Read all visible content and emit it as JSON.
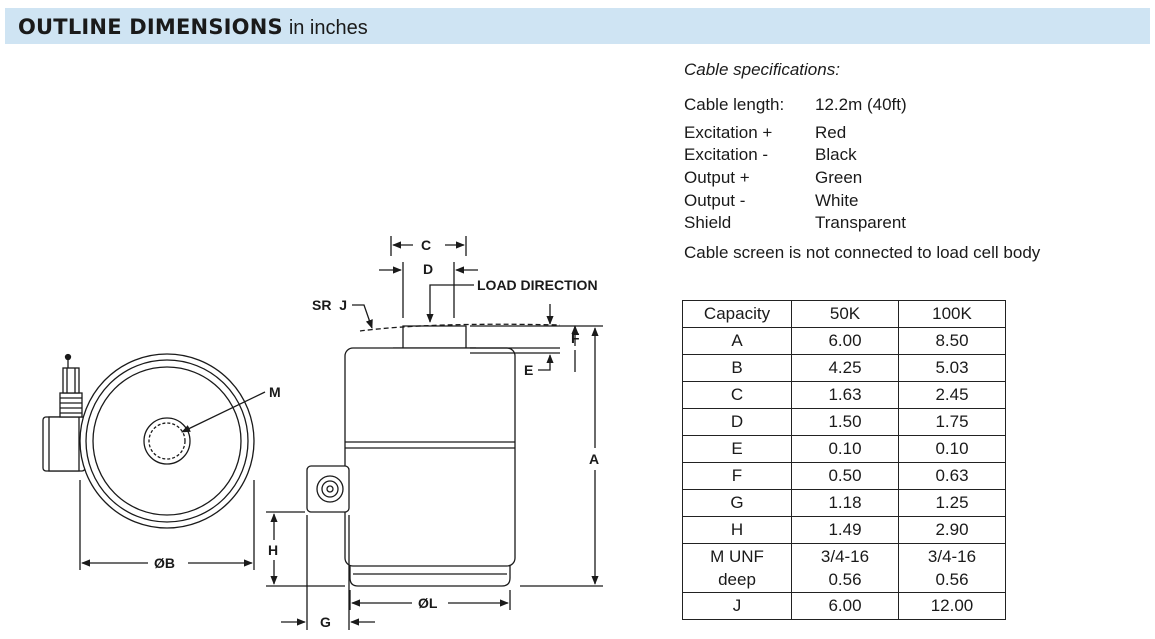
{
  "header": {
    "title_bold": "OUTLINE DIMENSIONS",
    "title_rest": "in inches"
  },
  "cable": {
    "title": "Cable specifications:",
    "length_label": "Cable length:",
    "length_value": "12.2m (40ft)",
    "wires": [
      {
        "label": "Excitation +",
        "value": "Red"
      },
      {
        "label": "Excitation -",
        "value": "Black"
      },
      {
        "label": "Output +",
        "value": "Green"
      },
      {
        "label": "Output -",
        "value": "White"
      },
      {
        "label": "Shield",
        "value": "Transparent"
      }
    ],
    "note": "Cable screen is not connected to load cell body"
  },
  "drawing_labels": {
    "C": "C",
    "D": "D",
    "load_direction": "LOAD DIRECTION",
    "SR_J": "SR  J",
    "F": "F",
    "E": "E",
    "M": "M",
    "A": "A",
    "H": "H",
    "OB": "ØB",
    "OL": "ØL",
    "G": "G"
  },
  "table": {
    "header": [
      "Capacity",
      "50K",
      "100K"
    ],
    "rows": [
      [
        "A",
        "6.00",
        "8.50"
      ],
      [
        "B",
        "4.25",
        "5.03"
      ],
      [
        "C",
        "1.63",
        "2.45"
      ],
      [
        "D",
        "1.50",
        "1.75"
      ],
      [
        "E",
        "0.10",
        "0.10"
      ],
      [
        "F",
        "0.50",
        "0.63"
      ],
      [
        "G",
        "1.18",
        "1.25"
      ],
      [
        "H",
        "1.49",
        "2.90"
      ]
    ],
    "m_row": {
      "label1": "M UNF",
      "label2": "deep",
      "c1a": "3/4-16",
      "c1b": "0.56",
      "c2a": "3/4-16",
      "c2b": "0.56"
    },
    "j_row": [
      "J",
      "6.00",
      "12.00"
    ]
  }
}
